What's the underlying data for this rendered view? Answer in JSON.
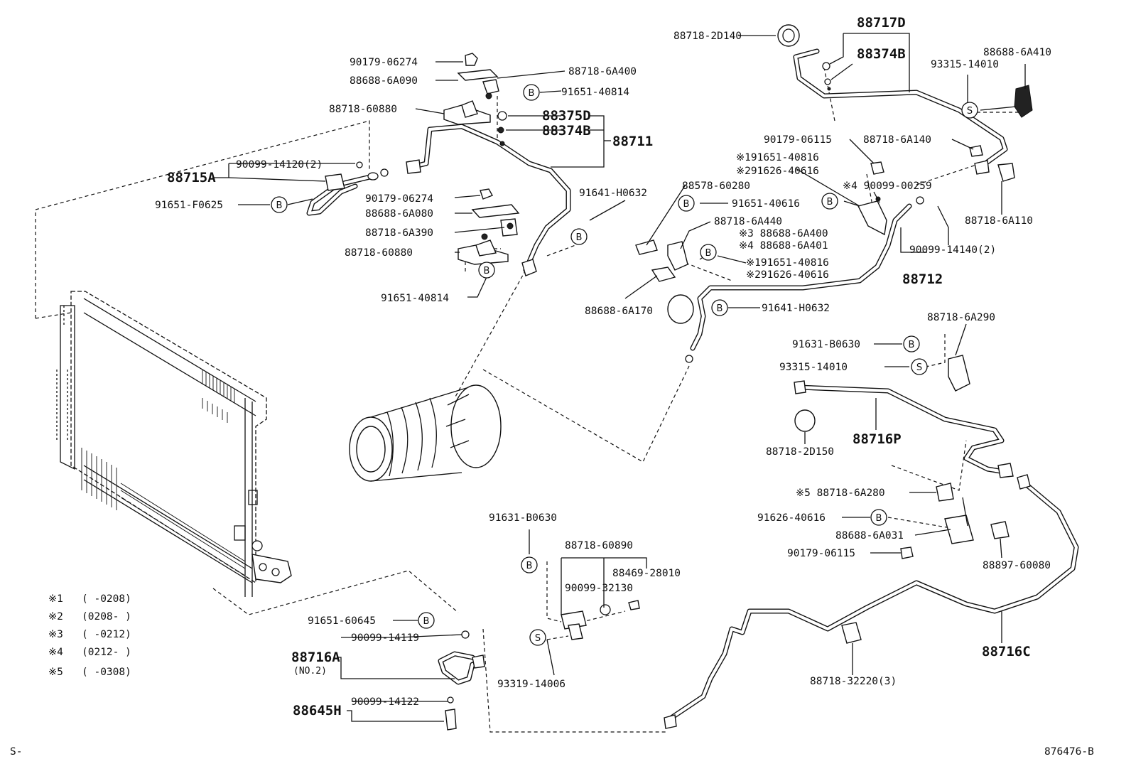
{
  "labels": {
    "p88717D": "88717D",
    "p88718_2D140": "88718-2D140",
    "p88374B_top": "88374B",
    "p88688_6A410": "88688-6A410",
    "p93315_14010_a": "93315-14010",
    "p90179_06274_a": "90179-06274",
    "p88688_6A090": "88688-6A090",
    "p88718_6A400": "88718-6A400",
    "p91651_40814_a": "91651-40814",
    "p88718_60880_a": "88718-60880",
    "p88375D": "88375D",
    "p88374B": "88374B",
    "p88711": "88711",
    "p88715A": "88715A",
    "p90099_14120": "90099-14120(2)",
    "p91651_F0625": "91651-F0625",
    "p90179_06274_b": "90179-06274",
    "p88688_6A080": "88688-6A080",
    "p88718_6A390": "88718-6A390",
    "p88718_60880_b": "88718-60880",
    "p91651_40814_b": "91651-40814",
    "p91641_H0632_a": "91641-H0632",
    "p90179_06115_a": "90179-06115",
    "p88718_6A140": "88718-6A140",
    "p91651_40816_a": "※191651-40816",
    "p91626_40616_a": "※291626-40616",
    "p90099_00259": "※4 90099-00259",
    "p88578_60280": "88578-60280",
    "p91651_40616": "91651-40616",
    "p88718_6A440": "88718-6A440",
    "p88688_6A400": "※3 88688-6A400",
    "p88688_6A401": "※4 88688-6A401",
    "p90099_14140": "90099-14140(2)",
    "p91651_40816_b": "※191651-40816",
    "p91626_40616_b": "※291626-40616",
    "p88712": "88712",
    "p88718_6A110": "88718-6A110",
    "p88688_6A170": "88688-6A170",
    "p91641_H0632_b": "91641-H0632",
    "p88718_6A290": "88718-6A290",
    "p91631_B0630_a": "91631-B0630",
    "p93315_14010_b": "93315-14010",
    "p88716P": "88716P",
    "p88718_2D150": "88718-2D150",
    "p88718_6A280": "※5 88718-6A280",
    "p91626_40616_c": "91626-40616",
    "p88688_6A031": "88688-6A031",
    "p90179_06115_b": "90179-06115",
    "p88897_60080": "88897-60080",
    "p91631_B0630_b": "91631-B0630",
    "p88718_60890": "88718-60890",
    "p88469_28010": "88469-28010",
    "p90099_32130": "90099-32130",
    "p91651_60645": "91651-60645",
    "p90099_14119": "90099-14119",
    "p88716A": "88716A",
    "p88716A_no2": "(NO.2)",
    "p93319_14006": "93319-14006",
    "p90099_14122": "90099-14122",
    "p88645H": "88645H",
    "p88716C": "88716C",
    "p88718_32220": "88718-32220(3)"
  },
  "legend": [
    {
      "mark": "※1",
      "range": "(       -0208)"
    },
    {
      "mark": "※2",
      "range": "(0208-       )"
    },
    {
      "mark": "※3",
      "range": "(       -0212)"
    },
    {
      "mark": "※4",
      "range": "(0212-       )"
    },
    {
      "mark": "※5",
      "range": "(       -0308)"
    }
  ],
  "symbols": {
    "B": "B",
    "S": "S"
  },
  "footer": {
    "left": "S-",
    "right": "876476-B"
  }
}
